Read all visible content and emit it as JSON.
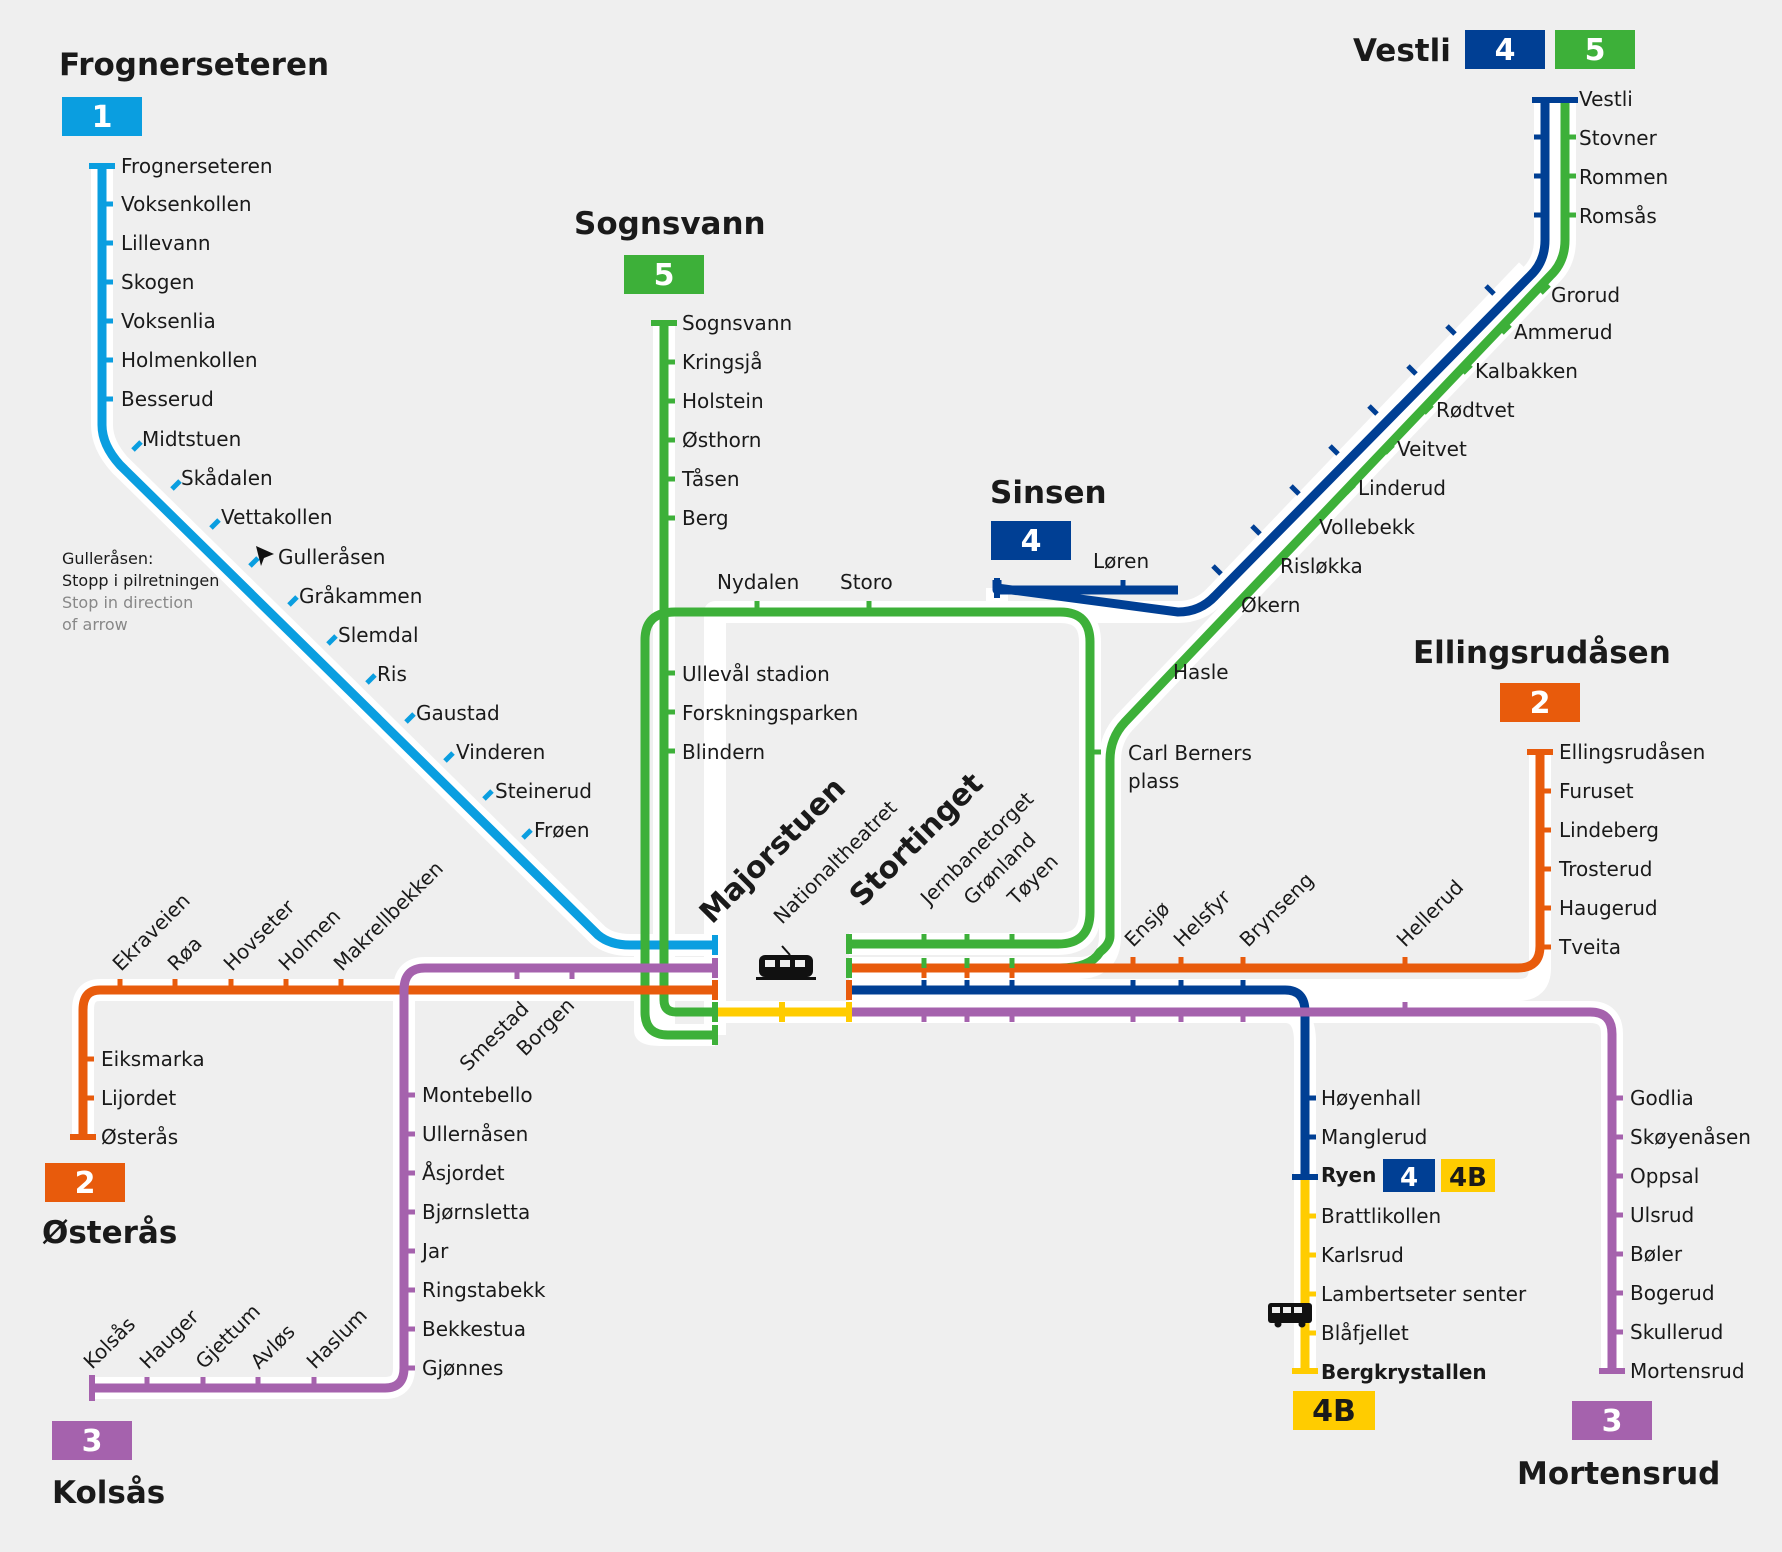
{
  "colors": {
    "line1": "#0a9ee0",
    "line2": "#e85b0c",
    "line3": "#a562ad",
    "line4": "#003f94",
    "line4b": "#ffcc00",
    "line5": "#3db039",
    "background": "#efefef"
  },
  "terminals": {
    "frognerseteren": {
      "name": "Frognerseteren",
      "badge": "1"
    },
    "sognsvann": {
      "name": "Sognsvann",
      "badge": "5"
    },
    "sinsen": {
      "name": "Sinsen",
      "badge": "4"
    },
    "vestli": {
      "name": "Vestli",
      "badge_a": "4",
      "badge_b": "5"
    },
    "ellingsrudasen": {
      "name": "Ellingsrudåsen",
      "badge": "2"
    },
    "osteras": {
      "name": "Østerås",
      "badge": "2"
    },
    "kolsas": {
      "name": "Kolsås",
      "badge": "3"
    },
    "mortensrud": {
      "name": "Mortensrud",
      "badge": "3"
    },
    "bergkrystallen": {
      "badge": "4B"
    },
    "ryen": {
      "name": "Ryen",
      "badge_a": "4",
      "badge_b": "4B"
    }
  },
  "note": {
    "line1": "Gulleråsen:",
    "line2": "Stopp i pilretningen",
    "line3": "Stop in direction",
    "line4": "of arrow"
  },
  "central": {
    "majorstuen": "Majorstuen",
    "nationaltheatret": "Nationaltheatret",
    "stortinget": "Stortinget",
    "jernbanetorget": "Jernbanetorget",
    "gronland": "Grønland",
    "toyen": "Tøyen"
  },
  "line1_stations": [
    "Frognerseteren",
    "Voksenkollen",
    "Lillevann",
    "Skogen",
    "Voksenlia",
    "Holmenkollen",
    "Besserud",
    "Midtstuen",
    "Skådalen",
    "Vettakollen",
    "Gulleråsen",
    "Gråkammen",
    "Slemdal",
    "Ris",
    "Gaustad",
    "Vinderen",
    "Steinerud",
    "Frøen"
  ],
  "line5_north": [
    "Sognsvann",
    "Kringsjå",
    "Holstein",
    "Østhorn",
    "Tåsen",
    "Berg"
  ],
  "ring": [
    "Nydalen",
    "Storo",
    "Løren",
    "Ullevål stadion",
    "Forskningsparken",
    "Blindern"
  ],
  "carl_berners": [
    "Carl Berners",
    "plass"
  ],
  "hasle": "Hasle",
  "vestli_branch": [
    "Vestli",
    "Stovner",
    "Rommen",
    "Romsås",
    "Grorud",
    "Ammerud",
    "Kalbakken",
    "Rødtvet",
    "Veitvet",
    "Linderud",
    "Vollebekk",
    "Risløkka",
    "Økern"
  ],
  "ellingsrud_branch": [
    "Ellingsrudåsen",
    "Furuset",
    "Lindeberg",
    "Trosterud",
    "Haugerud",
    "Tveita"
  ],
  "east_trunk": [
    "Ensjø",
    "Helsfyr",
    "Brynseng",
    "Hellerud"
  ],
  "line4_south": [
    "Høyenhall",
    "Manglerud",
    "Ryen"
  ],
  "line4b_south": [
    "Brattlikollen",
    "Karlsrud",
    "Lambertseter senter",
    "Blåfjellet",
    "Bergkrystallen"
  ],
  "mortensrud_branch": [
    "Godlia",
    "Skøyenåsen",
    "Oppsal",
    "Ulsrud",
    "Bøler",
    "Bogerud",
    "Skullerud",
    "Mortensrud"
  ],
  "osteras_top": [
    "Ekraveien",
    "Røa",
    "Hovseter",
    "Holmen",
    "Makrellbekken"
  ],
  "osteras_down": [
    "Eiksmarka",
    "Lijordet",
    "Østerås"
  ],
  "line3_west_diag": [
    "Smestad",
    "Borgen"
  ],
  "line3_down": [
    "Montebello",
    "Ullernåsen",
    "Åsjordet",
    "Bjørnsletta",
    "Jar",
    "Ringstabekk",
    "Bekkestua",
    "Gjønnes"
  ],
  "kolsas_branch": [
    "Kolsås",
    "Hauger",
    "Gjettum",
    "Avløs",
    "Haslum"
  ],
  "icons": {
    "tram": "tram-icon",
    "bus": "bus-icon",
    "arrow": "arrow-icon"
  }
}
